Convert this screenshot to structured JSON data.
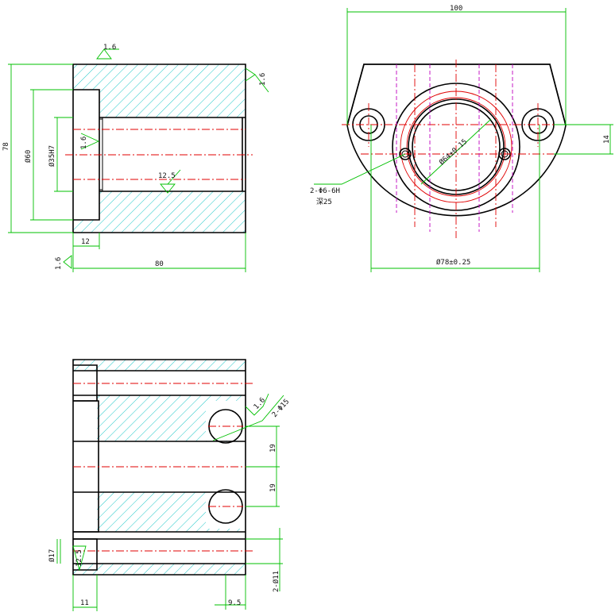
{
  "drawing": {
    "labels": {
      "overall_width": "100",
      "length": "80",
      "height": "78",
      "step_depth": "12",
      "flange_dia": "Ø60",
      "bore_dia": "Ø35H7",
      "bolt_circle": "Ø78±0.25",
      "pin_circle": "Ø64±0.15",
      "dowel_holes": "2-Φ6-6H",
      "dowel_depth": "深25",
      "hole_offset": "14",
      "side_holes": "2-Φ15",
      "pitch_a": "19",
      "pitch_b": "19",
      "counterbore": "Ø17",
      "cb_depth": "12.5",
      "bolt_holes": "2-Ø11",
      "flange_len": "11",
      "edge_dist": "9.5",
      "rough_a": "1.6",
      "rough_b": "1.6",
      "rough_c": "1.6",
      "rough_d": "1.6",
      "rough_e": "1.6",
      "rough_bore": "12.5"
    }
  }
}
